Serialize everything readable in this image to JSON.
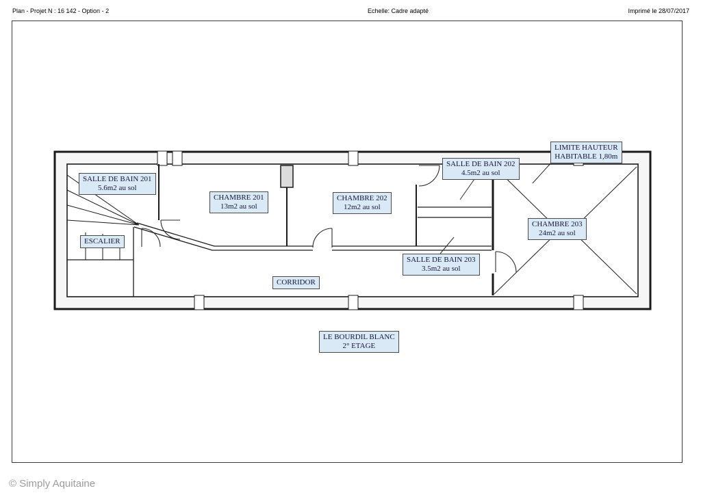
{
  "header": {
    "left": "Plan - Projet N : 16 142 - Option - 2",
    "center": "Echelle: Cadre adapté",
    "right": "Imprimé le 28/07/2017"
  },
  "rooms": {
    "salle_de_bain_201": {
      "name": "SALLE DE BAIN 201",
      "area": "5.6m2 au sol"
    },
    "chambre_201": {
      "name": "CHAMBRE 201",
      "area": "13m2 au sol"
    },
    "chambre_202": {
      "name": "CHAMBRE 202",
      "area": "12m2 au sol"
    },
    "salle_de_bain_202": {
      "name": "SALLE DE BAIN 202",
      "area": "4.5m2 au sol"
    },
    "salle_de_bain_203": {
      "name": "SALLE DE BAIN 203",
      "area": "3.5m2 au sol"
    },
    "chambre_203": {
      "name": "CHAMBRE 203",
      "area": "24m2 au sol"
    },
    "escalier": {
      "name": "ESCALIER"
    },
    "corridor": {
      "name": "CORRIDOR"
    }
  },
  "annotations": {
    "limite_hauteur": {
      "line1": "LIMITE HAUTEUR",
      "line2": "HABITABLE 1,80m"
    }
  },
  "caption": {
    "line1": "LE BOURDIL BLANC",
    "line2": "2° ETAGE"
  },
  "footer": {
    "copyright": "© Simply Aquitaine"
  },
  "colors": {
    "label_bg": "#d9eaf6",
    "label_border": "#4a4a4a",
    "label_text": "#15153a",
    "wall": "#1a1a1a"
  }
}
